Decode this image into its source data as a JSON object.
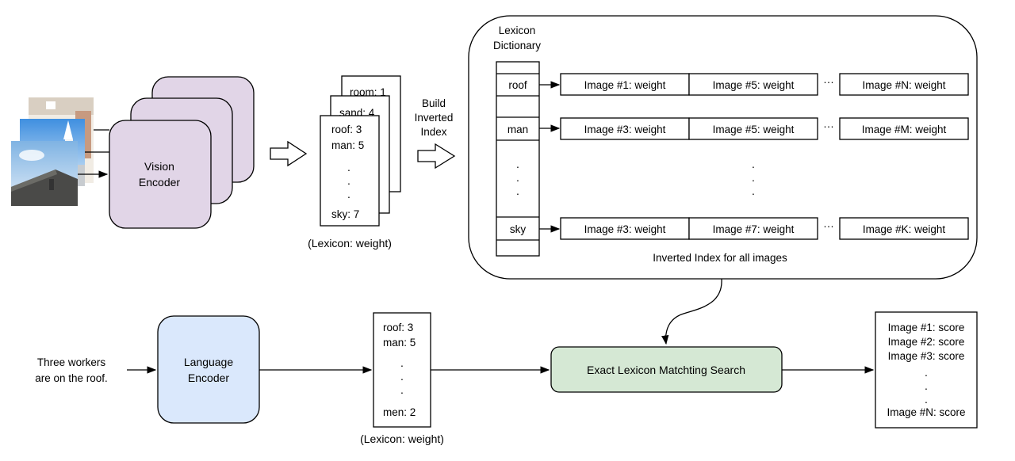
{
  "colors": {
    "vision_encoder_fill": "#e1d5e7",
    "language_encoder_fill": "#dae8fc",
    "search_fill": "#d5e8d4",
    "stroke": "#000000"
  },
  "vision_encoder": {
    "line1": "Vision",
    "line2": "Encoder"
  },
  "image_lexicon_cards": {
    "back_card": "room: 1",
    "middle_card": "sand: 4",
    "front_card": {
      "line1": "roof: 3",
      "line2": "man: 5",
      "dots": ".",
      "last": "sky: 7"
    },
    "caption": "(Lexicon: weight)"
  },
  "build_index_label": {
    "line1": "Build",
    "line2": "Inverted",
    "line3": "Index"
  },
  "inverted_index": {
    "dictionary_label": {
      "line1": "Lexicon",
      "line2": "Dictionary"
    },
    "rows": [
      {
        "term": "roof",
        "postings": [
          "Image #1: weight",
          "Image #5: weight",
          "Image #N: weight"
        ]
      },
      {
        "term": "man",
        "postings": [
          "Image #3: weight",
          "Image #5: weight",
          "Image #M: weight"
        ]
      },
      {
        "term": "sky",
        "postings": [
          "Image #3: weight",
          "Image #7: weight",
          "Image #K: weight"
        ]
      }
    ],
    "ellipsis": "···",
    "vertical_dot": ".",
    "caption": "Inverted Index for all images"
  },
  "query_text": {
    "line1": "Three workers",
    "line2": "are on the roof."
  },
  "language_encoder": {
    "line1": "Language",
    "line2": "Encoder"
  },
  "query_lexicon": {
    "line1": "roof: 3",
    "line2": "man: 5",
    "dot": ".",
    "last": "men: 2",
    "caption": "(Lexicon: weight)"
  },
  "search_label": "Exact Lexicon Matchting Search",
  "results": {
    "line1": "Image #1: score",
    "line2": "Image #2: score",
    "line3": "Image #3: score",
    "dot": ".",
    "last": "Image #N: score"
  }
}
